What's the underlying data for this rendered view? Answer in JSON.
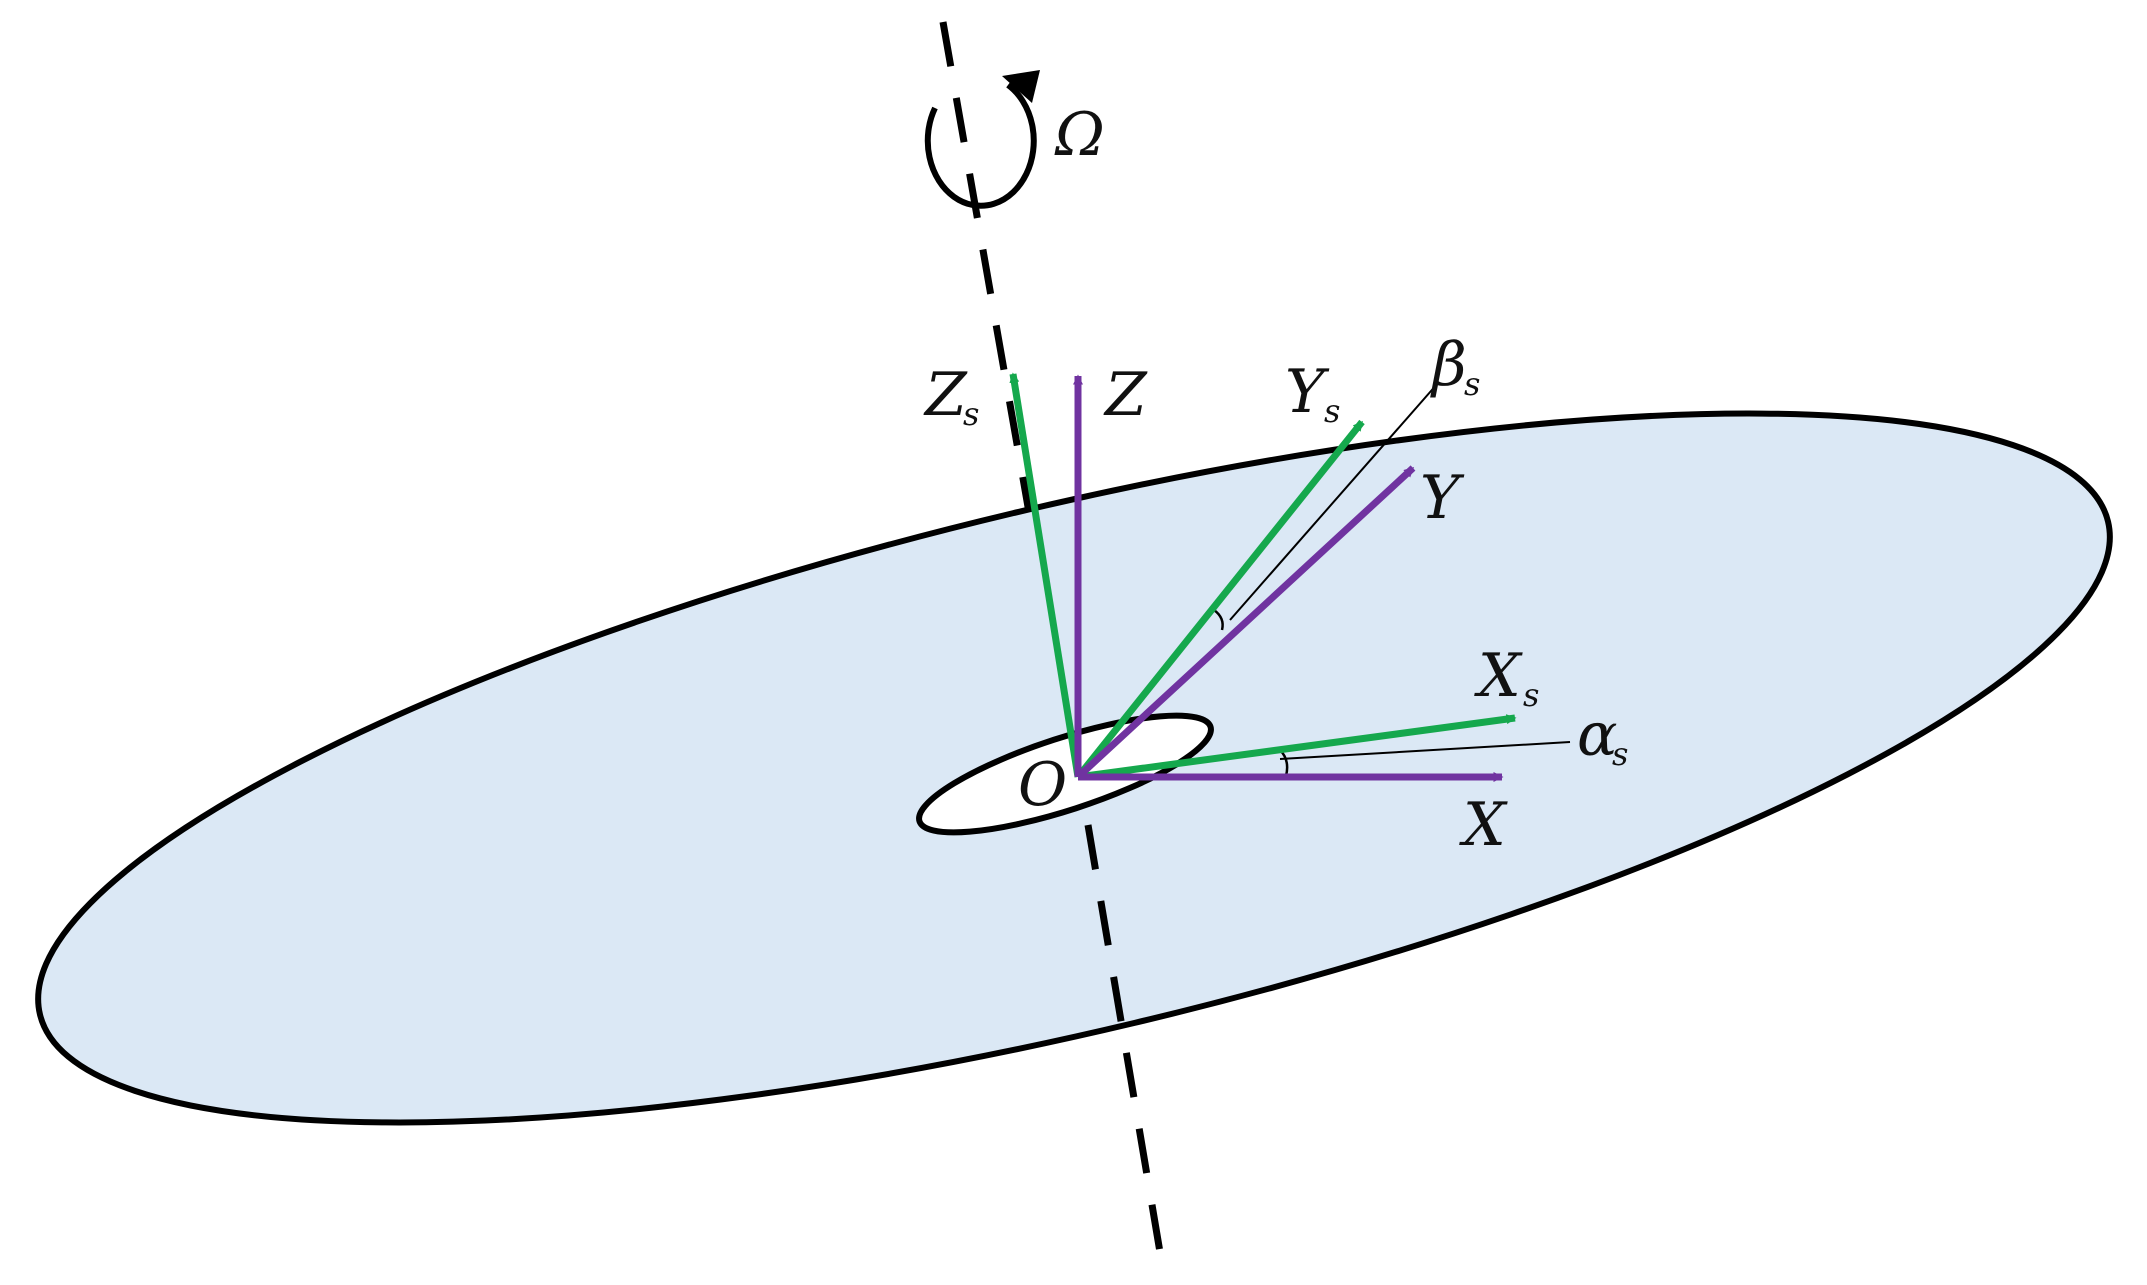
{
  "colors": {
    "disk_fill": "#dbe8f5",
    "outline": "#000000",
    "green_axes": "#15a84d",
    "purple_axes": "#7033a0"
  },
  "labels": {
    "omega": "Ω",
    "origin": "O",
    "z": "Z",
    "zs_main": "Z",
    "zs_sub": "s",
    "y": "Y",
    "ys_main": "Y",
    "ys_sub": "s",
    "x": "X",
    "xs_main": "X",
    "xs_sub": "s",
    "beta_main": "β",
    "beta_sub": "s",
    "alpha_main": "α",
    "alpha_sub": "s"
  }
}
